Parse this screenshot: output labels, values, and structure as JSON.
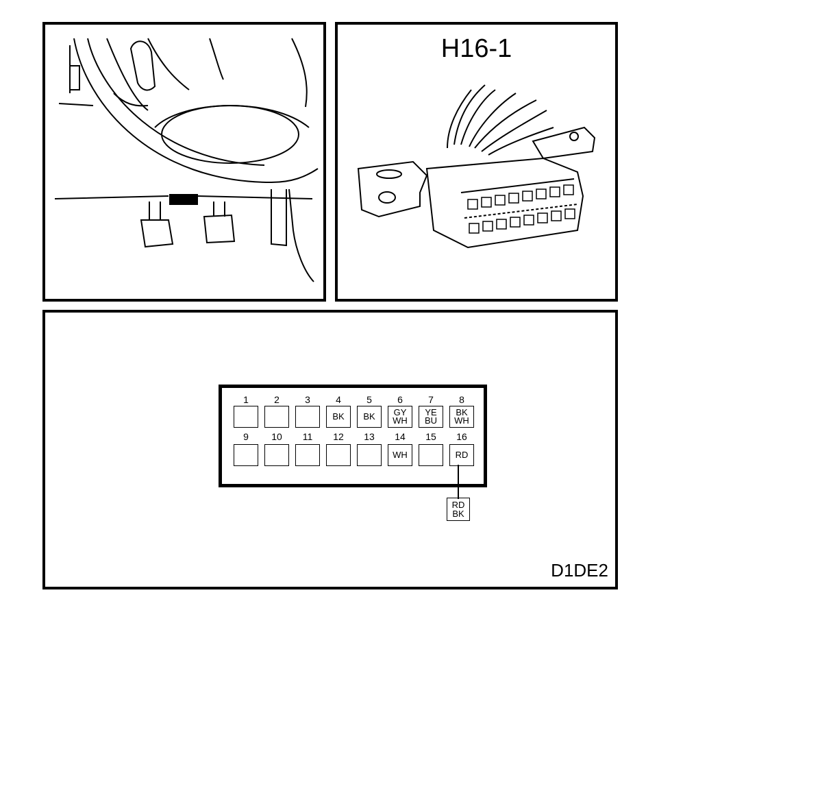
{
  "connector": {
    "title": "H16-1"
  },
  "pinout": {
    "top_row": [
      {
        "number": "1",
        "colors": []
      },
      {
        "number": "2",
        "colors": []
      },
      {
        "number": "3",
        "colors": []
      },
      {
        "number": "4",
        "colors": [
          "BK"
        ]
      },
      {
        "number": "5",
        "colors": [
          "BK"
        ]
      },
      {
        "number": "6",
        "colors": [
          "GY",
          "WH"
        ]
      },
      {
        "number": "7",
        "colors": [
          "YE",
          "BU"
        ]
      },
      {
        "number": "8",
        "colors": [
          "BK",
          "WH"
        ]
      }
    ],
    "bottom_row": [
      {
        "number": "9",
        "colors": []
      },
      {
        "number": "10",
        "colors": []
      },
      {
        "number": "11",
        "colors": []
      },
      {
        "number": "12",
        "colors": []
      },
      {
        "number": "13",
        "colors": []
      },
      {
        "number": "14",
        "colors": [
          "WH"
        ]
      },
      {
        "number": "15",
        "colors": []
      },
      {
        "number": "16",
        "colors": [
          "RD"
        ]
      }
    ],
    "external_wire": {
      "from_pin": "16",
      "colors": [
        "RD",
        "BK"
      ]
    }
  },
  "diagram_code": "D1DE2"
}
